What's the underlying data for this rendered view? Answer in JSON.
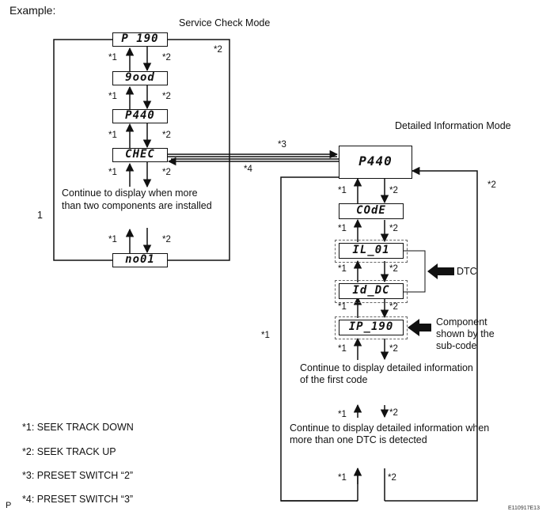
{
  "title_example": "Example:",
  "service_check": {
    "title": "Service Check Mode",
    "screens": [
      "P 190",
      "9ood",
      "P440",
      "CHEC",
      "no01"
    ],
    "note_line1": "Continue to display when more",
    "note_line2": "than two components are installed"
  },
  "detailed": {
    "title": "Detailed Information Mode",
    "screens": [
      "P440",
      "COdE",
      "IL_01",
      "Id_DC",
      "IP_190"
    ],
    "dtc_label": "DTC",
    "component_line1": "Component",
    "component_line2": "shown by the",
    "component_line3": "sub-code",
    "note1_line1": "Continue to display detailed information",
    "note1_line2": "of the first code",
    "note2_line1": "Continue to display detailed information when",
    "note2_line2": "more than one DTC is detected"
  },
  "markers": {
    "m1": "*1",
    "m2": "*2",
    "m3": "*3",
    "m4": "*4"
  },
  "side_label_1": "1",
  "legend": [
    "*1: SEEK TRACK DOWN",
    "*2: SEEK TRACK UP",
    "*3: PRESET SWITCH “2”",
    "*4: PRESET SWITCH “3”"
  ],
  "corner_p": "P",
  "figure_id": "E110917E13",
  "colors": {
    "line": "#111111",
    "dash": "#666666"
  }
}
